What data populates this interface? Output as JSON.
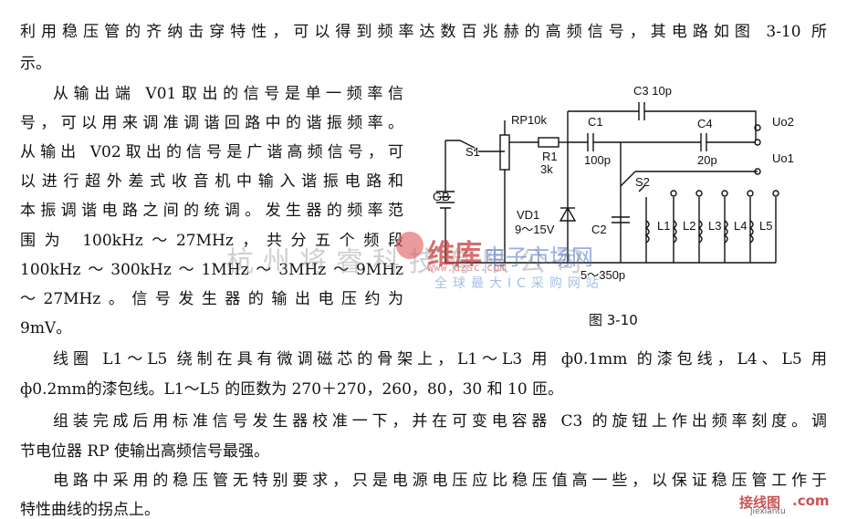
{
  "article": {
    "paragraphs": [
      {
        "lines": [
          "利用稳压管的齐纳击穿特性，可以得到频率达数百兆赫的高频信号，其电路如图 3-10 所",
          "示。"
        ]
      },
      {
        "lines": [
          "从输出端 V01取出的信号是单一频率信",
          "号，可以用来调准调谐回路中的谐振频率。",
          "从输出 V02取出的信号是广谐高频信号，可",
          "以进行超外差式收音机中输入谐振电路和",
          "本振调谐电路之间的统调。发生器的频率范",
          "围为 100kHz～27MHz，共分五个频段",
          "100kHz～300kHz～1MHz～3MHz～9MHz",
          "～27MHz。信号发生器的输出电压约为",
          "9mV。"
        ]
      },
      {
        "lines": [
          "线圈 L1～L5 绕制在具有微调磁芯的骨架上，L1～L3 用 ф0.1mm 的漆包线，L4、L5 用",
          "ф0.2mm的漆包线。L1～L5 的匝数为 270＋270，260，80，30 和 10 匝。"
        ]
      },
      {
        "lines": [
          "组装完成后用标准信号发生器校准一下，并在可变电容器 C3 的旋钮上作出频率刻度。调",
          "节电位器 RP 使输出高频信号最强。"
        ]
      },
      {
        "lines": [
          "电路中采用的稳压管无特别要求，只是电源电压应比稳压值高一些，以保证稳压管工作于",
          "特性曲线的拐点上。"
        ]
      }
    ]
  },
  "schematic": {
    "labels": {
      "s1": "S1",
      "gb": "GB",
      "rp": "RP10k",
      "r1": "R1",
      "r1_val": "3k",
      "c1": "C1",
      "c1_val": "100p",
      "c3": "C3 10p",
      "c4": "C4",
      "c4_val": "20p",
      "uo2": "Uo2",
      "uo1": "Uo1",
      "s2": "S2",
      "vd1": "VD1",
      "vd1_val": "9～15V",
      "c2": "C2",
      "c2_val": "5～350p",
      "l1": "L1",
      "l2": "L2",
      "l3": "L3",
      "l4": "L4",
      "l5": "L5"
    },
    "caption": "图 3-10"
  },
  "watermark": {
    "city": "杭州将睿科技有限公司",
    "brand_a": "维库",
    "brand_b": "电子市场网",
    "site": "www.dzsc.com",
    "slogan": "全球最大IC采购网站",
    "corner_a": "接线图",
    "corner_b": ".com",
    "corner_site": "jiexiantu"
  }
}
